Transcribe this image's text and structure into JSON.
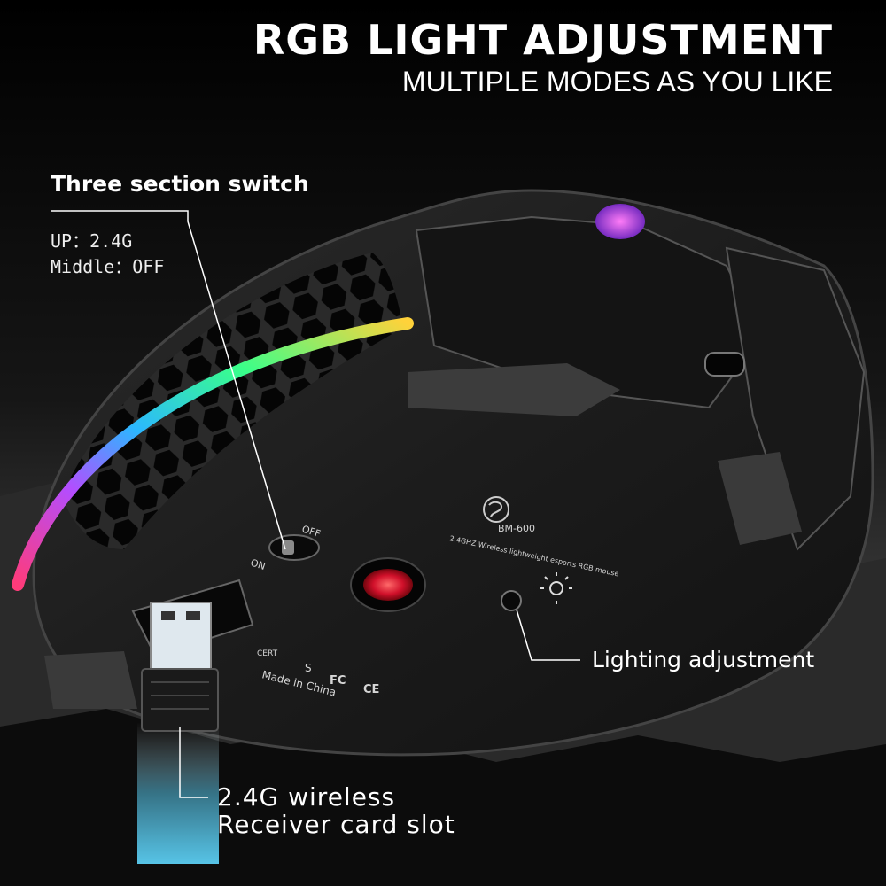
{
  "headline": "RGB LIGHT ADJUSTMENT",
  "subheadline": "MULTIPLE MODES AS YOU LIKE",
  "switch_callout": {
    "title": "Three section switch",
    "up": "UP：2.4G",
    "middle": "Middle：OFF"
  },
  "lighting_callout": "Lighting adjustment",
  "receiver_callout": {
    "line1": "2.4G wireless",
    "line2": "Receiver card slot"
  },
  "mouse_markings": {
    "model": "BM-600",
    "description": "2.4GHZ Wireless lightweight esports RGB mouse",
    "switch_off": "OFF",
    "switch_on": "ON",
    "origin": "Made in China",
    "fc_mark": "FC",
    "ce_mark": "CE",
    "weee_mark": "S",
    "cert_mark": "CERT"
  },
  "colors": {
    "background": "#000000",
    "mouse_body": "#1c1c1c",
    "rgb_strip": [
      "#ff3b7a",
      "#ffd23a",
      "#39ff8a",
      "#2bb8ff",
      "#b44dff"
    ],
    "receiver_glow": "#5fd8ff"
  }
}
